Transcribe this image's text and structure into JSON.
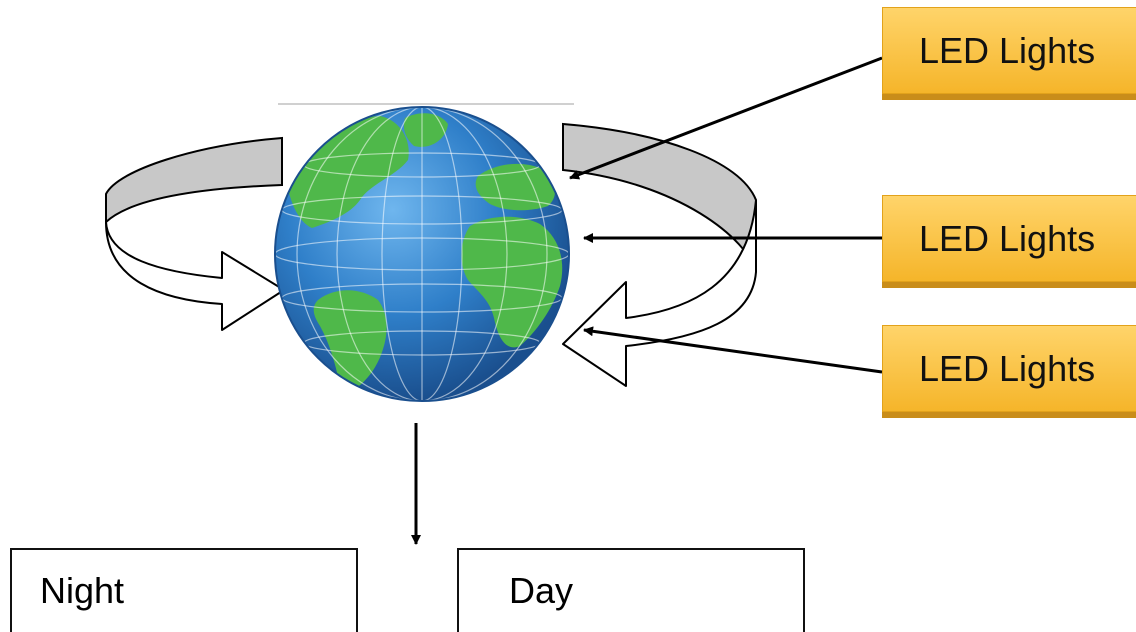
{
  "labels": {
    "led_1": "LED Lights",
    "led_2": "LED Lights",
    "led_3": "LED Lights",
    "night": "Night",
    "day": "Day"
  },
  "colors": {
    "ocean": "#2f7fc9",
    "land": "#4fb84a",
    "led_box": "#f7bc35",
    "arrow_gray": "#c8c8c8"
  }
}
